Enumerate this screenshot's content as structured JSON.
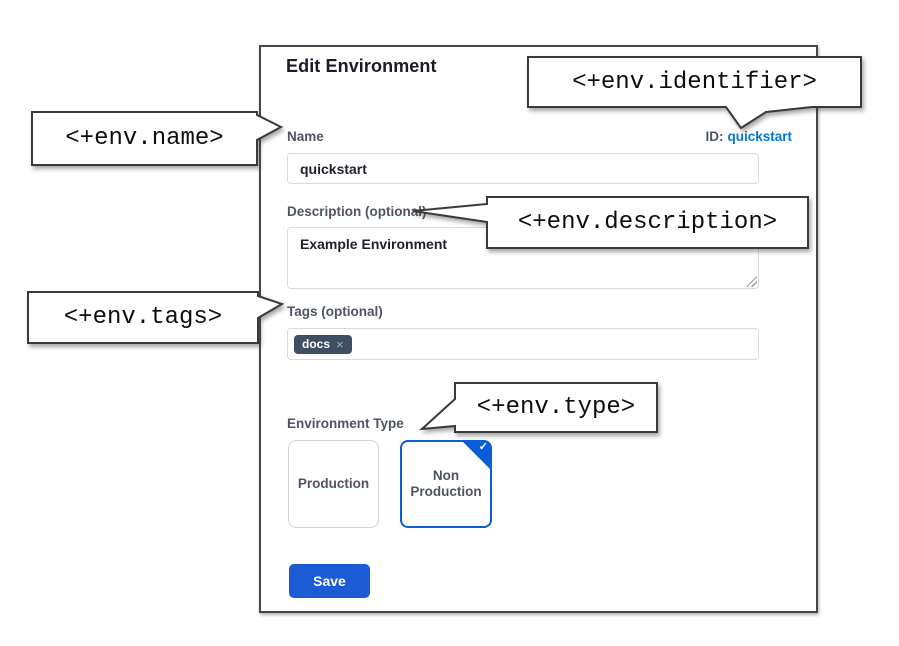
{
  "dialog": {
    "title": "Edit Environment",
    "name_label": "Name",
    "id_label": "ID:",
    "id_value": "quickstart",
    "name_value": "quickstart",
    "description_label": "Description (optional)",
    "description_value": "Example Environment",
    "tags_label": "Tags (optional)",
    "tags": [
      {
        "label": "docs",
        "remove_icon": "×"
      }
    ],
    "environment_type_label": "Environment Type",
    "environment_type_options": [
      {
        "label": "Production",
        "selected": false
      },
      {
        "label": "Non Production",
        "selected": true
      }
    ],
    "selected_check_icon": "✓",
    "save_label": "Save"
  },
  "annotations": {
    "identifier": "<+env.identifier>",
    "name": "<+env.name>",
    "description": "<+env.description>",
    "tags": "<+env.tags>",
    "type": "<+env.type>"
  },
  "colors": {
    "link_blue": "#0278d5",
    "primary_button_blue": "#1b5bd6",
    "selected_card_blue": "#0b5ed7",
    "tag_chip_navy": "#3e4e63",
    "label_slate": "#4e5562",
    "dialog_border": "#46484d"
  }
}
